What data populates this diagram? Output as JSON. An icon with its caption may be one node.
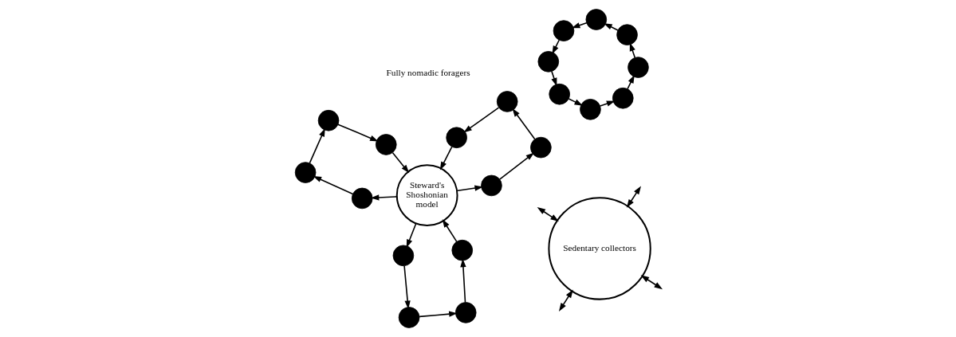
{
  "diagram": {
    "nodes": [
      {
        "text": [],
        "shape": "circle"
      },
      {
        "text": [],
        "shape": "circle"
      },
      {
        "text": [],
        "shape": "circle"
      },
      {
        "text": [],
        "shape": "circle"
      },
      {
        "text": [],
        "shape": "circle"
      },
      {
        "text": [],
        "shape": "circle"
      },
      {
        "text": [],
        "shape": "circle"
      },
      {
        "text": [],
        "shape": "circle"
      },
      {
        "text": [
          "Steward's Shoshonian model"
        ]
      },
      {
        "text": [],
        "shape": "circle"
      },
      {
        "text": [],
        "shape": "circle"
      },
      {
        "text": [],
        "shape": "circle"
      },
      {
        "text": [],
        "shape": "circle"
      },
      {
        "text": [],
        "shape": "circle"
      },
      {
        "text": [],
        "shape": "circle"
      },
      {
        "text": [],
        "shape": "circle"
      },
      {
        "text": [],
        "shape": "circle"
      },
      {
        "text": [],
        "shape": "circle"
      },
      {
        "text": [],
        "shape": "circle"
      },
      {
        "text": [],
        "shape": "circle"
      },
      {
        "text": [],
        "shape": "circle"
      },
      {
        "text": [
          "Sedentary collectors"
        ]
      }
    ],
    "edges": [
      {
        "from": 0,
        "to": 1,
        "arrow": "to"
      },
      {
        "from": 1,
        "to": 2,
        "arrow": "to"
      },
      {
        "from": 2,
        "to": 3,
        "arrow": "to"
      },
      {
        "from": 3,
        "to": 4,
        "arrow": "to"
      },
      {
        "from": 4,
        "to": 5,
        "arrow": "to"
      },
      {
        "from": 5,
        "to": 6,
        "arrow": "to"
      },
      {
        "from": 6,
        "to": 7,
        "arrow": "to"
      },
      {
        "from": 7,
        "to": 0,
        "arrow": "to"
      },
      {
        "from": 8,
        "to": 9,
        "arrow": "to"
      },
      {
        "from": 9,
        "to": 10,
        "arrow": "to"
      },
      {
        "from": 10,
        "to": 11,
        "arrow": "to"
      },
      {
        "from": 11,
        "to": 12,
        "arrow": "to"
      },
      {
        "from": 12,
        "to": 8,
        "arrow": "to"
      },
      {
        "from": 8,
        "to": 13,
        "arrow": "to"
      },
      {
        "from": 13,
        "to": 14,
        "arrow": "to"
      },
      {
        "from": 14,
        "to": 15,
        "arrow": "to"
      },
      {
        "from": 15,
        "to": 16,
        "arrow": "to"
      },
      {
        "from": 16,
        "to": 8,
        "arrow": "to"
      },
      {
        "from": 8,
        "to": 17,
        "arrow": "to"
      },
      {
        "from": 17,
        "to": 18,
        "arrow": "to"
      },
      {
        "from": 18,
        "to": 19,
        "arrow": "to"
      },
      {
        "from": 19,
        "to": 20,
        "arrow": "to"
      },
      {
        "from": 20,
        "to": 8,
        "arrow": "to"
      },
      {
        "from": 21,
        "to": null,
        "arrow": "both"
      },
      {
        "from": 21,
        "to": null,
        "arrow": "both"
      },
      {
        "from": 21,
        "to": null,
        "arrow": "both"
      },
      {
        "from": 21,
        "to": null,
        "arrow": "both"
      }
    ],
    "labels": [
      "Fully nomadic foragers"
    ]
  }
}
